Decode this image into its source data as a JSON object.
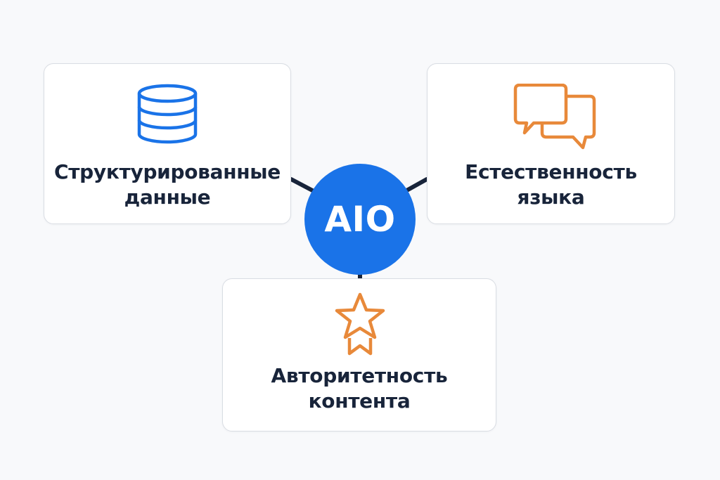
{
  "hub": {
    "label": "AIO"
  },
  "nodes": [
    {
      "id": "structured",
      "icon": "database-icon",
      "lines": [
        "Структурированные",
        "данные"
      ]
    },
    {
      "id": "natural",
      "icon": "chat-bubbles-icon",
      "lines": [
        "Естественность",
        "языка"
      ]
    },
    {
      "id": "authority",
      "icon": "star-badge-icon",
      "lines": [
        "Авторитетность",
        "контента"
      ]
    }
  ],
  "colors": {
    "background": "#f8f9fb",
    "card": "#ffffff",
    "card_border": "#d9dde3",
    "hub": "#1a73e8",
    "hub_text": "#ffffff",
    "label_text": "#18243a",
    "connector": "#18243a",
    "blue_icon": "#1a73e8",
    "orange_icon": "#e8893a"
  }
}
